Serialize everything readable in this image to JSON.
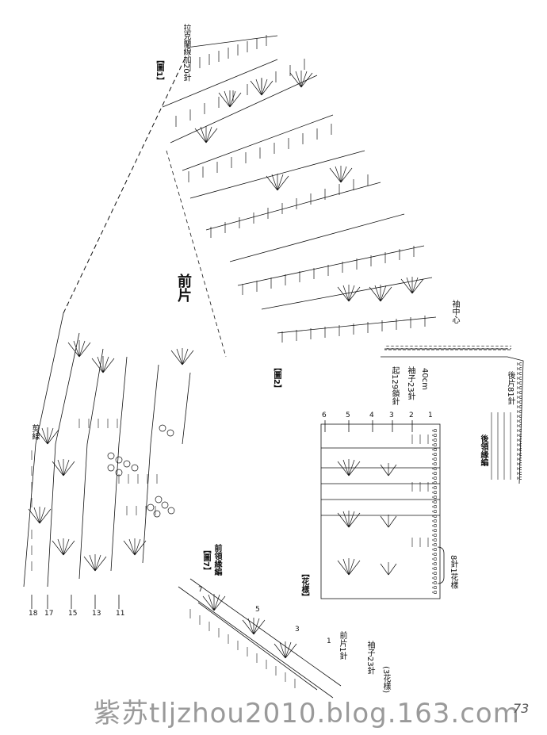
{
  "labels": {
    "fig1": "【圖1】",
    "fig2": "【圖2】",
    "fig7": "【圖7】",
    "front_edging_fig7": "前領緣編",
    "front_piece": "前片",
    "back_edging": "後領緣編",
    "pattern": "【花樣】",
    "pattern_repeat": "8針1花樣",
    "raglan_top": "拉克蘭線加20針",
    "sleeve_center": "袖中心",
    "sleeve_23": "袖子23針",
    "start_129": "起129鎖針",
    "width_40": "40cm",
    "back_81": "後片81針",
    "front_1": "前片1針",
    "front_23": "袖子23針",
    "pattern_3": "(3花樣)",
    "dividing": "剪線"
  },
  "row_numbers_left": [
    "18",
    "17",
    "15",
    "13",
    "11"
  ],
  "row_numbers_chart": [
    "7",
    "5",
    "3",
    "1"
  ],
  "pattern_rows": [
    "6",
    "5",
    "4",
    "3",
    "2",
    "1"
  ],
  "watermark": "紫苏tljzhou2010.blog.163.com",
  "page_number": "73",
  "colors": {
    "ink": "#111111",
    "watermark": "#9a9a9a"
  }
}
